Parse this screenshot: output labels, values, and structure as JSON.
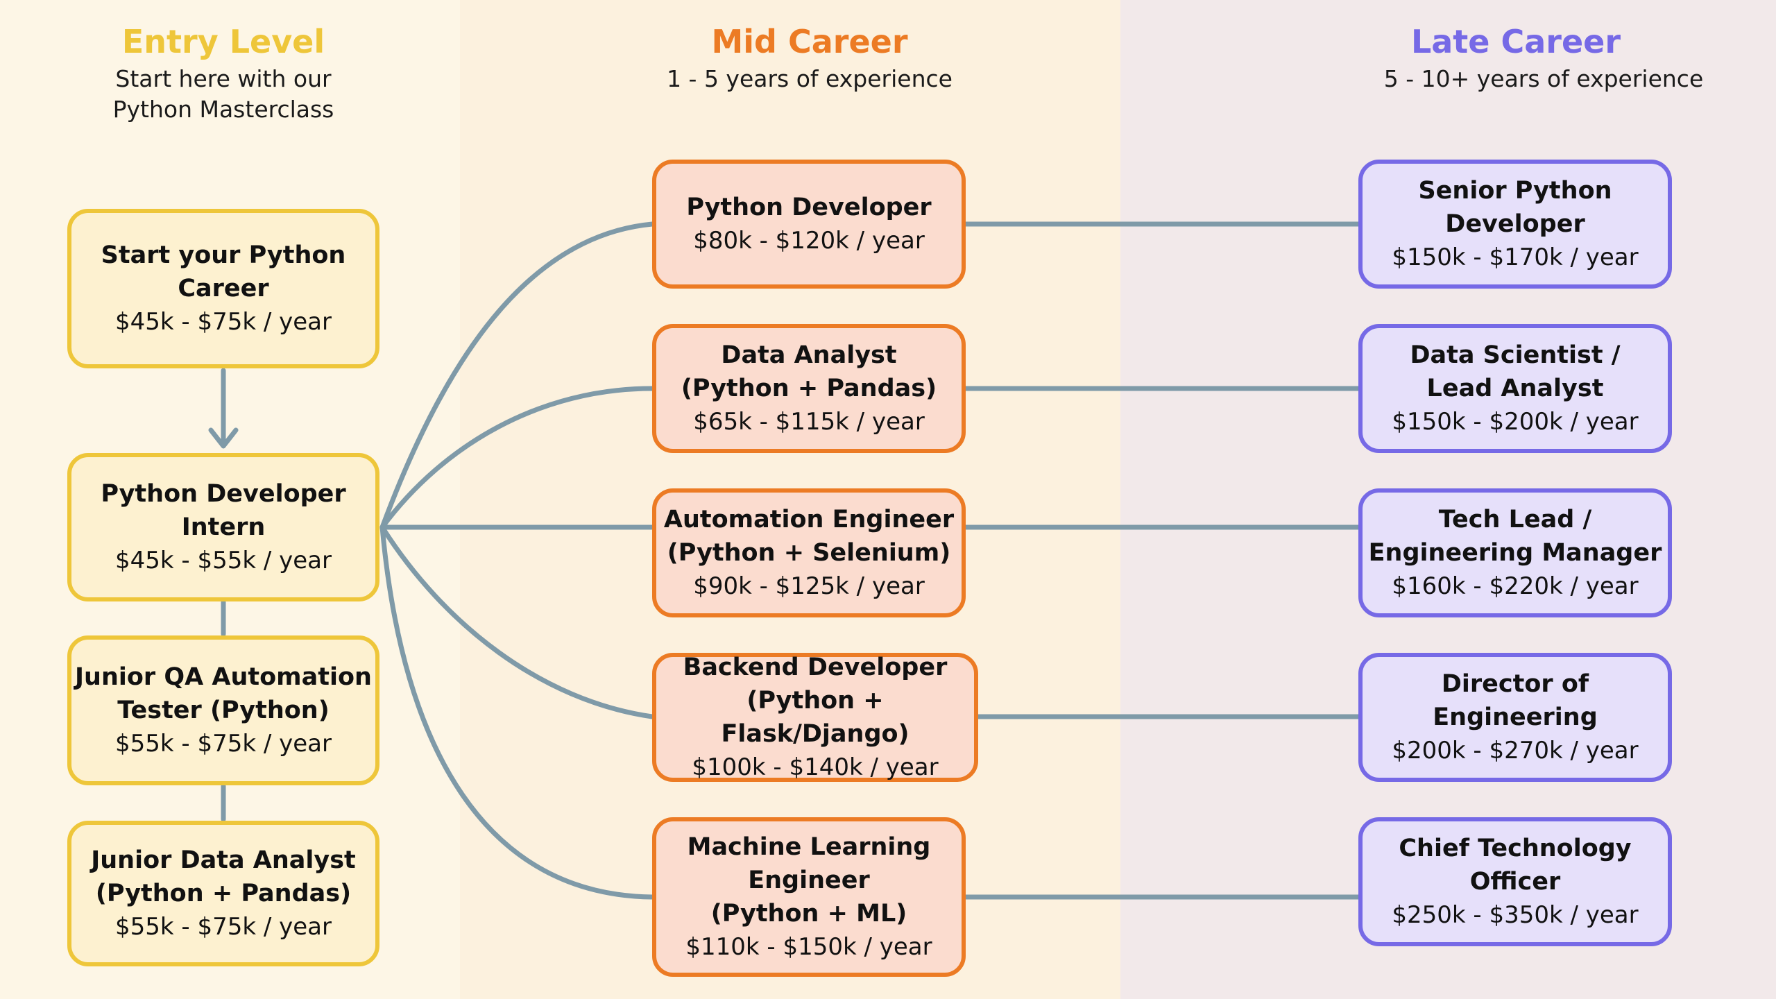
{
  "colors": {
    "entry_accent": "#eec63a",
    "mid_accent": "#ec7b24",
    "late_accent": "#7669e6",
    "connector": "#7f9aa8"
  },
  "columns": {
    "entry": {
      "title": "Entry Level",
      "subtitle": "Start here with our\nPython Masterclass"
    },
    "mid": {
      "title": "Mid Career",
      "subtitle": "1 - 5 years of experience"
    },
    "late": {
      "title": "Late Career",
      "subtitle": "5 - 10+ years of experience"
    }
  },
  "entry_roles": [
    {
      "title": "Start your Python\nCareer",
      "salary": "$45k - $75k / year"
    },
    {
      "title": "Python Developer Intern",
      "salary": "$45k - $55k / year"
    },
    {
      "title": "Junior QA Automation\nTester (Python)",
      "salary": "$55k - $75k / year"
    },
    {
      "title": "Junior Data Analyst\n(Python + Pandas)",
      "salary": "$55k - $75k / year"
    }
  ],
  "mid_roles": [
    {
      "title": "Python Developer",
      "salary": "$80k - $120k / year"
    },
    {
      "title": "Data Analyst\n(Python + Pandas)",
      "salary": "$65k - $115k / year"
    },
    {
      "title": "Automation Engineer\n(Python + Selenium)",
      "salary": "$90k - $125k / year"
    },
    {
      "title": "Backend Developer\n(Python + Flask/Django)",
      "salary": "$100k - $140k / year"
    },
    {
      "title": "Machine Learning\nEngineer\n(Python + ML)",
      "salary": "$110k - $150k / year"
    }
  ],
  "late_roles": [
    {
      "title": "Senior Python Developer",
      "salary": "$150k - $170k / year"
    },
    {
      "title": "Data Scientist /\nLead Analyst",
      "salary": "$150k - $200k / year"
    },
    {
      "title": "Tech Lead /\nEngineering Manager",
      "salary": "$160k - $220k / year"
    },
    {
      "title": "Director of Engineering",
      "salary": "$200k - $270k / year"
    },
    {
      "title": "Chief Technology Officer",
      "salary": "$250k - $350k / year"
    }
  ]
}
